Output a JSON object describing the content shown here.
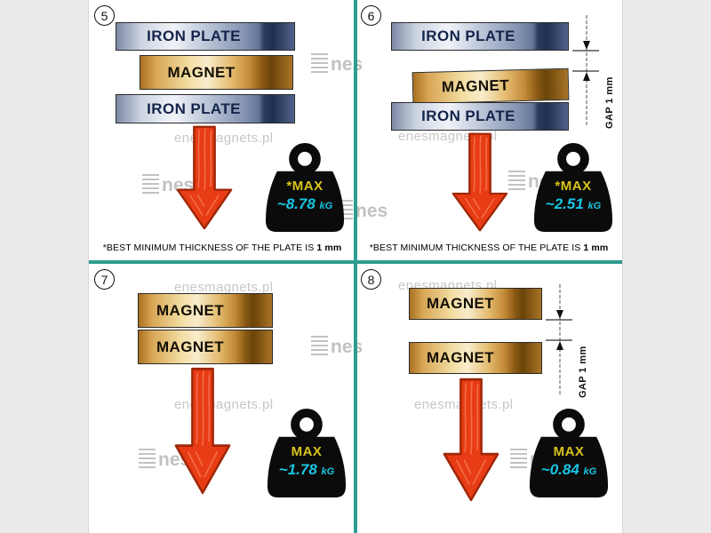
{
  "watermark": {
    "site": "enesmagnets.pl",
    "logo_text": "nes",
    "logo_icon": "striped-e"
  },
  "colors": {
    "teal": "#2e9c8e",
    "arrow-red": "#e83c14",
    "max-yellow": "#d8c31c",
    "value-cyan": "#17c6e4"
  },
  "panels": [
    {
      "number": "5",
      "top_plate": "IRON PLATE",
      "magnet": "MAGNET",
      "bottom_plate": "IRON PLATE",
      "weight": {
        "label": "*MAX",
        "value": "~8.78",
        "unit": "kG"
      },
      "caption_text": "*BEST MINIMUM THICKNESS OF THE PLATE IS",
      "caption_bold": "1 mm"
    },
    {
      "number": "6",
      "top_plate": "IRON PLATE",
      "magnet": "MAGNET",
      "bottom_plate": "IRON PLATE",
      "gap_label": "GAP 1 mm",
      "weight": {
        "label": "*MAX",
        "value": "~2.51",
        "unit": "kG"
      },
      "caption_text": "*BEST MINIMUM THICKNESS OF THE PLATE IS",
      "caption_bold": "1 mm"
    },
    {
      "number": "7",
      "magnet_top": "MAGNET",
      "magnet_bottom": "MAGNET",
      "weight": {
        "label": "MAX",
        "value": "~1.78",
        "unit": "kG"
      }
    },
    {
      "number": "8",
      "magnet_top": "MAGNET",
      "magnet_bottom": "MAGNET",
      "gap_label": "GAP 1 mm",
      "weight": {
        "label": "MAX",
        "value": "~0.84",
        "unit": "kG"
      }
    }
  ]
}
